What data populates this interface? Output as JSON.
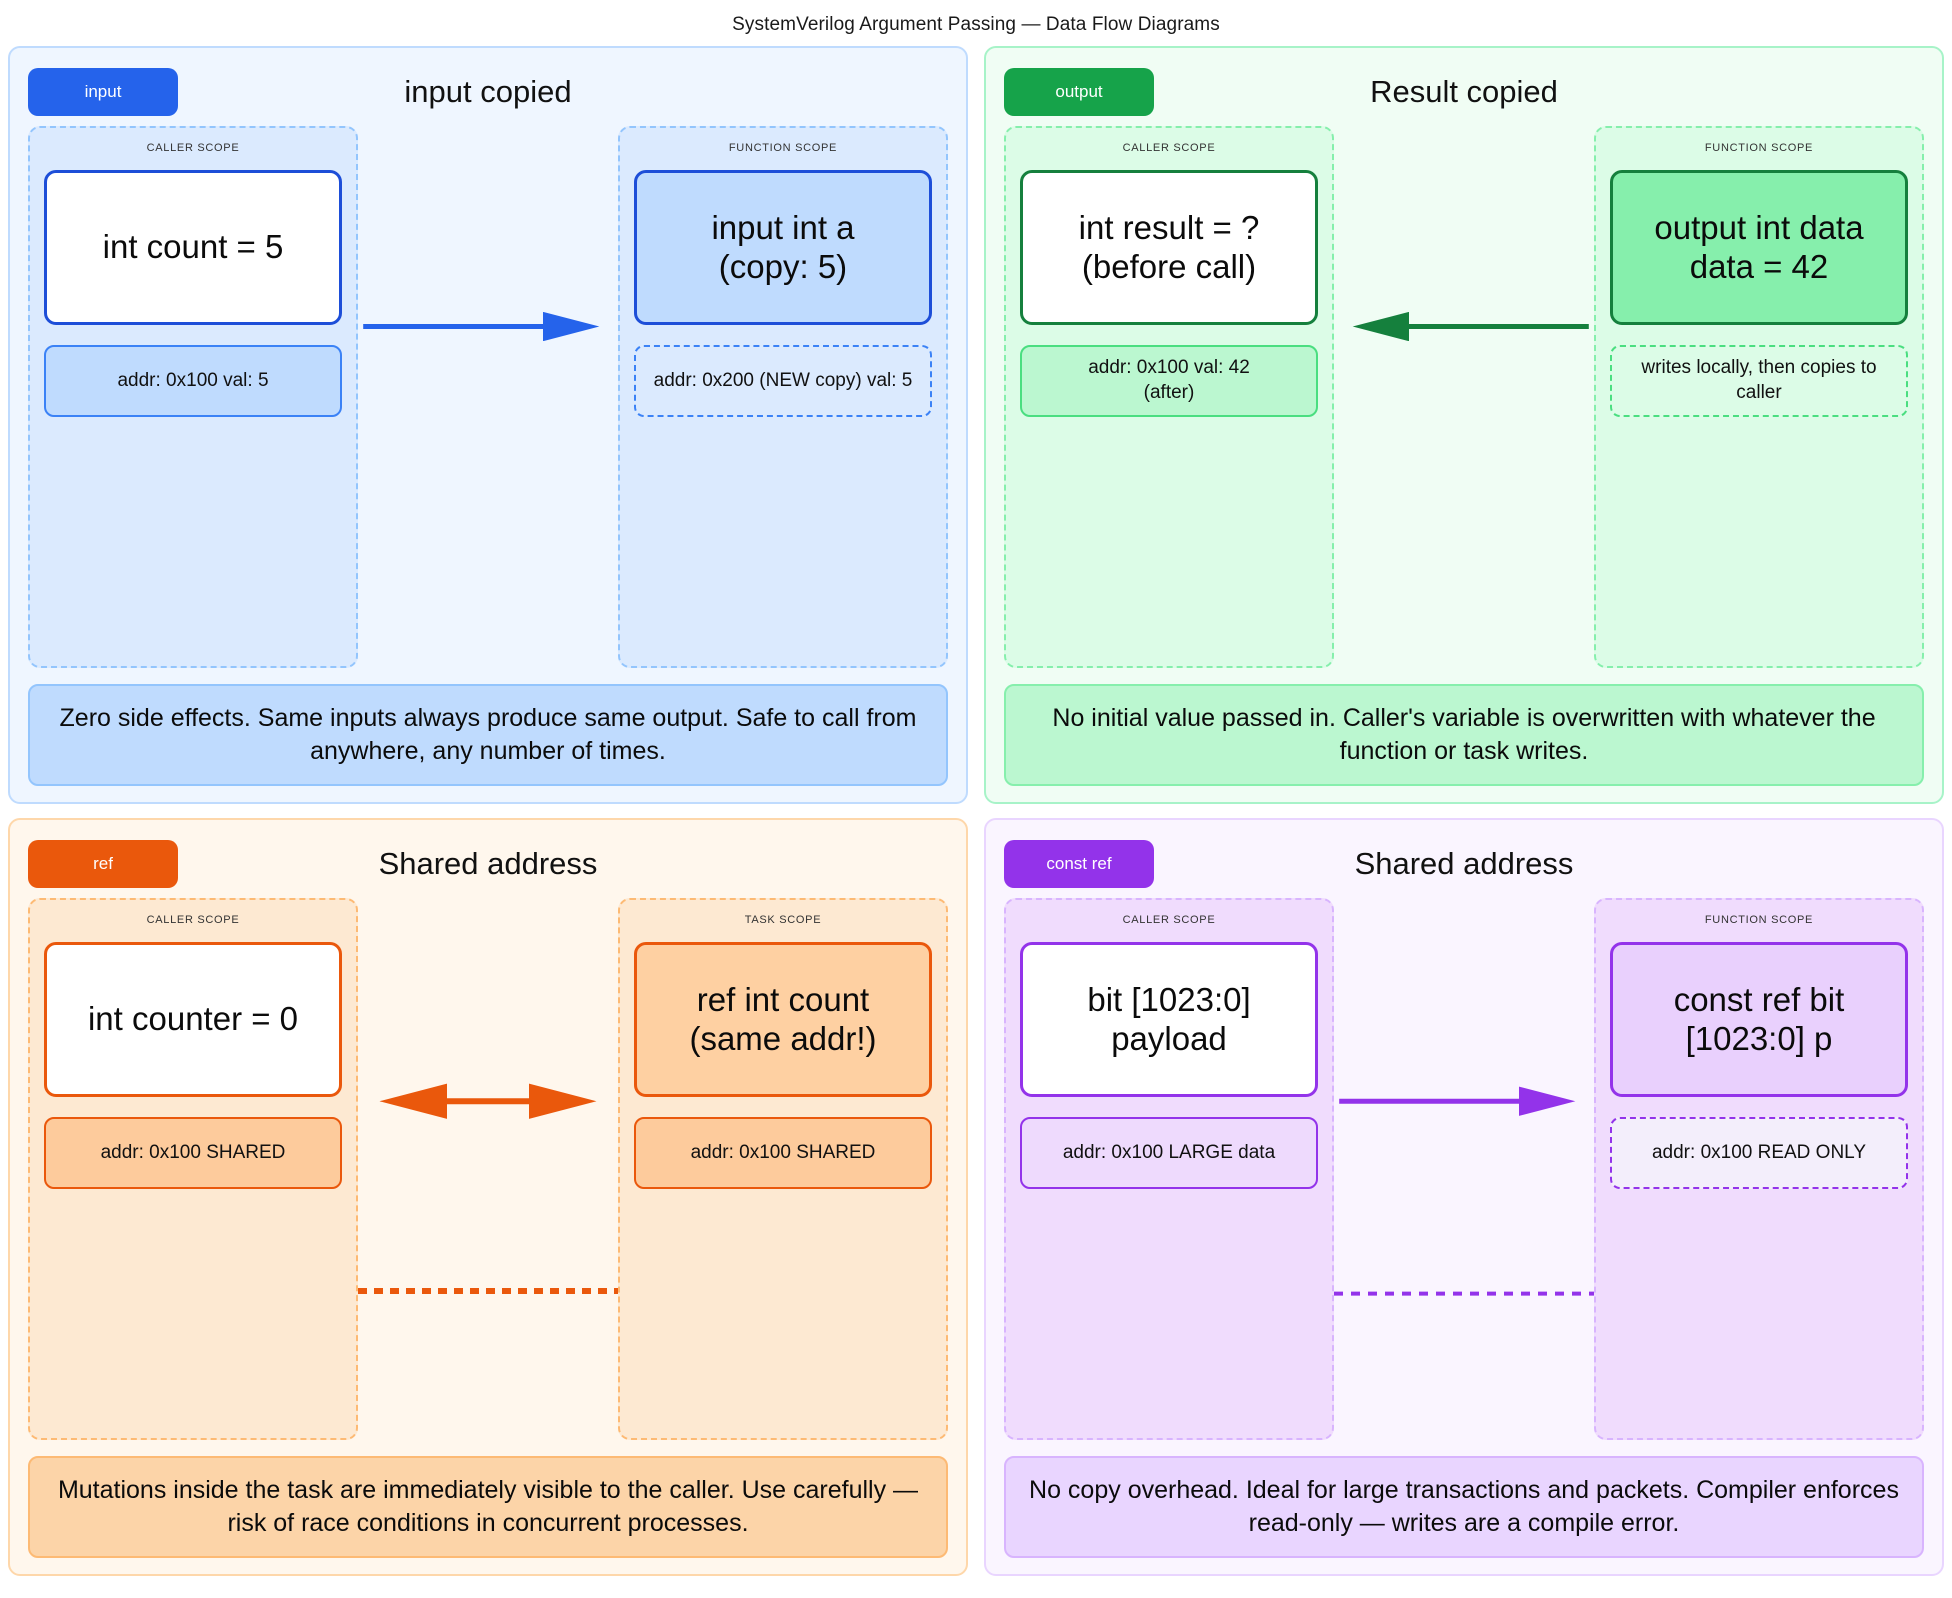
{
  "title": "SystemVerilog Argument Passing — Data Flow Diagrams",
  "panels": [
    {
      "id": "input",
      "badge": "input",
      "heading": "input copied",
      "accent": "#2563eb",
      "arrow": "right",
      "caller": {
        "scope_label": "CALLER SCOPE",
        "node": "int count = 5",
        "meta": "addr: 0x100 val: 5"
      },
      "callee": {
        "scope_label": "FUNCTION SCOPE",
        "node": "input int a\n(copy: 5)",
        "meta": "addr: 0x200 (NEW copy) val: 5"
      },
      "note": "Zero side effects. Same inputs always produce same output. Safe to call from anywhere, any number of times."
    },
    {
      "id": "output",
      "badge": "output",
      "heading": "Result copied",
      "accent": "#16a34a",
      "arrow": "left",
      "caller": {
        "scope_label": "CALLER SCOPE",
        "node": "int result = ?\n(before call)",
        "meta": "addr: 0x100 val: 42\n(after)"
      },
      "callee": {
        "scope_label": "FUNCTION SCOPE",
        "node": "output int data\ndata = 42",
        "meta": "writes locally, then copies to caller"
      },
      "note": "No initial value passed in. Caller's variable is overwritten with whatever the function or task writes."
    },
    {
      "id": "ref",
      "badge": "ref",
      "heading": "Shared address",
      "accent": "#ea580c",
      "arrow": "both",
      "caller": {
        "scope_label": "CALLER SCOPE",
        "node": "int counter = 0",
        "meta": "addr: 0x100 SHARED"
      },
      "callee": {
        "scope_label": "TASK SCOPE",
        "node": "ref int count\n(same addr!)",
        "meta": "addr: 0x100 SHARED"
      },
      "note": "Mutations inside the task are immediately visible to the caller. Use carefully — risk of race conditions in concurrent processes."
    },
    {
      "id": "const-ref",
      "badge": "const ref",
      "heading": "Shared address",
      "accent": "#9333ea",
      "arrow": "right",
      "caller": {
        "scope_label": "CALLER SCOPE",
        "node": "bit [1023:0] payload",
        "meta": "addr: 0x100 LARGE data"
      },
      "callee": {
        "scope_label": "FUNCTION SCOPE",
        "node": "const ref bit [1023:0] p",
        "meta": "addr: 0x100 READ ONLY"
      },
      "note": "No copy overhead. Ideal for large transactions and packets. Compiler enforces read-only — writes are a compile error."
    }
  ]
}
